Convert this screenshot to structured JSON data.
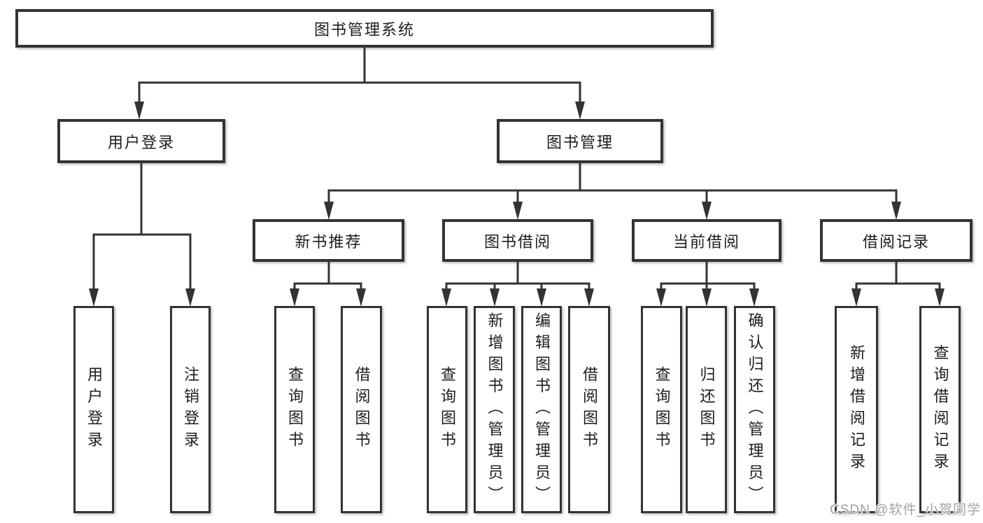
{
  "tree": {
    "root": {
      "label": "图书管理系统"
    },
    "branches": [
      {
        "label": "用户登录",
        "children": [
          {
            "label": "用户登录"
          },
          {
            "label": "注销登录"
          }
        ]
      },
      {
        "label": "图书管理",
        "children": [
          {
            "label": "新书推荐",
            "children": [
              {
                "label": "查询图书"
              },
              {
                "label": "借阅图书"
              }
            ]
          },
          {
            "label": "图书借阅",
            "children": [
              {
                "label": "查询图书"
              },
              {
                "label": "新增图书（管理员）"
              },
              {
                "label": "编辑图书（管理员）"
              },
              {
                "label": "借阅图书"
              }
            ]
          },
          {
            "label": "当前借阅",
            "children": [
              {
                "label": "查询图书"
              },
              {
                "label": "归还图书"
              },
              {
                "label": "确认归还（管理员）"
              }
            ]
          },
          {
            "label": "借阅记录",
            "children": [
              {
                "label": "新增借阅记录"
              },
              {
                "label": "查询借阅记录"
              }
            ]
          }
        ]
      }
    ]
  },
  "watermark": {
    "text": "CSDN @软件_小贺同学"
  },
  "colors": {
    "line": "#333333",
    "box_border": "#333333",
    "box_fill": "#ffffff",
    "text": "#1d1d1d",
    "watermark": "#a2a2a2",
    "background": "#ffffff"
  }
}
